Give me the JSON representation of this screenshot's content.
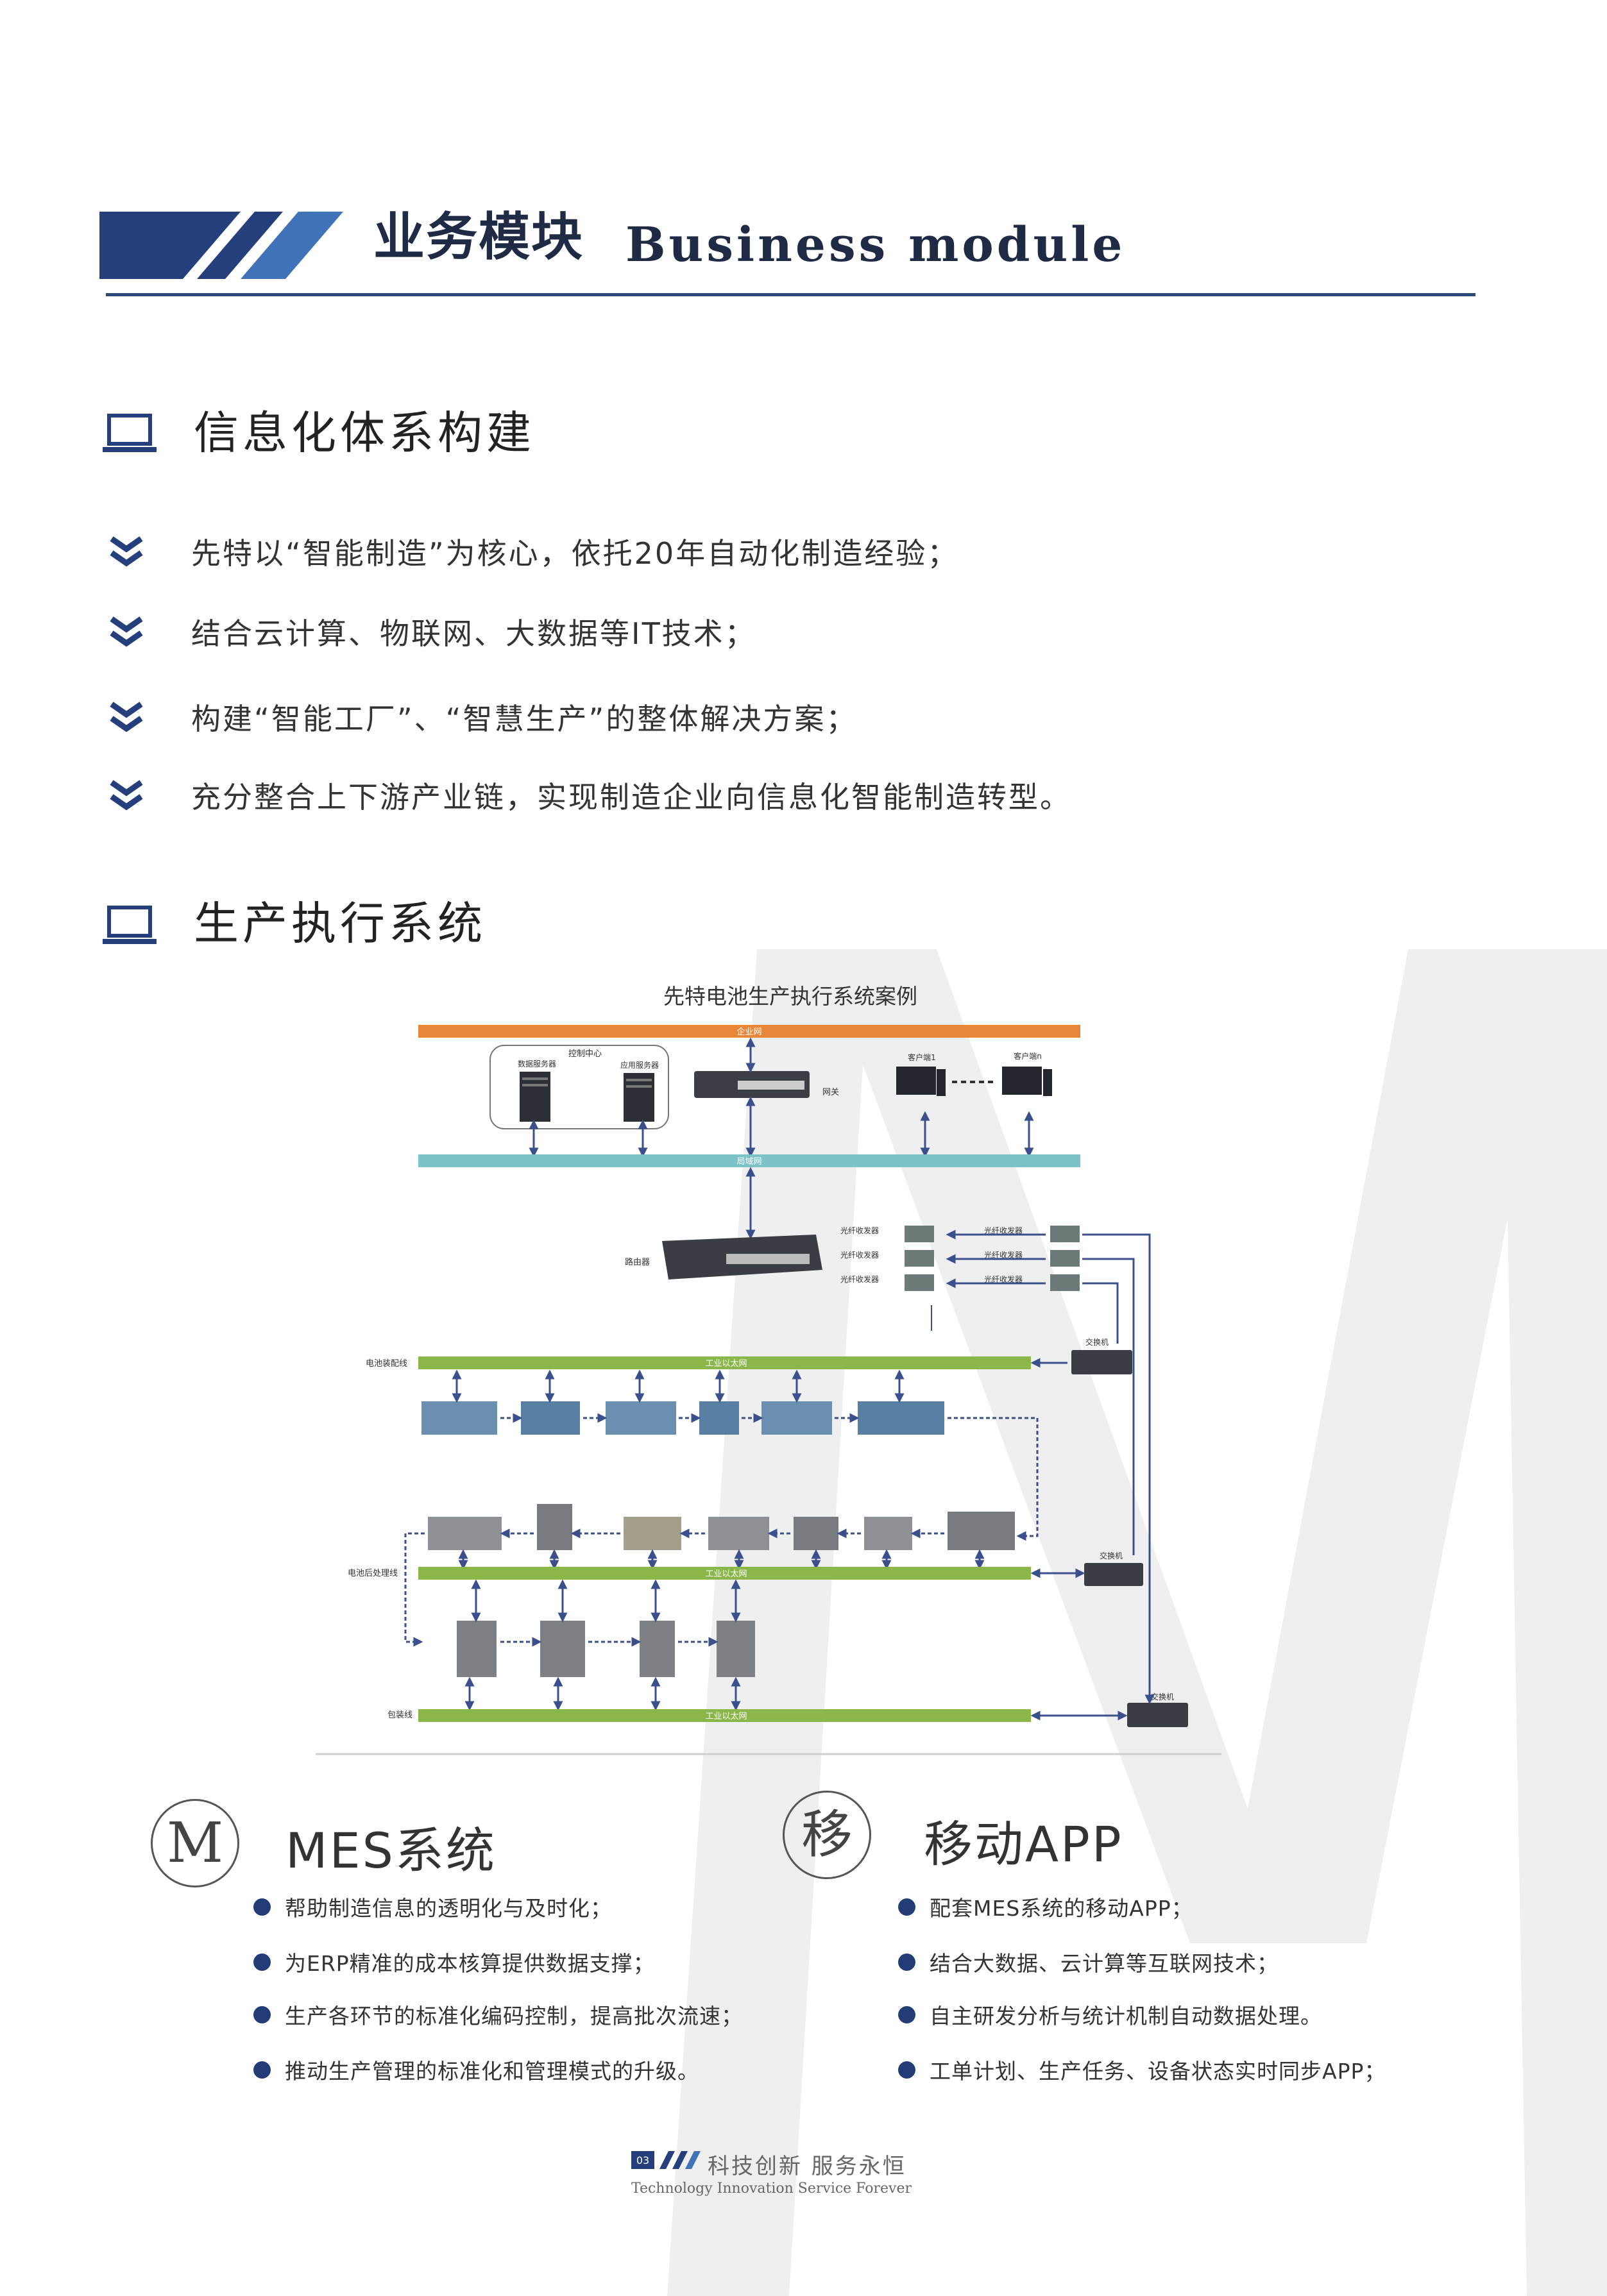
{
  "header": {
    "title_cn": "业务模块",
    "title_en": "Business module"
  },
  "sections": [
    {
      "title": "信息化体系构建"
    },
    {
      "title": "生产执行系统"
    }
  ],
  "bullets": [
    "先特以“智能制造”为核心，依托20年自动化制造经验；",
    "结合云计算、物联网、大数据等IT技术；",
    "构建“智能工厂”、“智慧生产”的整体解决方案；",
    "充分整合上下游产业链，实现制造企业向信息化智能制造转型。"
  ],
  "diagram": {
    "title": "先特电池生产执行系统案例",
    "labels": {
      "enterprise_net": "企业网",
      "control_center": "控制中心",
      "data_server": "数据服务器",
      "app_server": "应用服务器",
      "gateway": "网关",
      "client1": "客户端1",
      "client_n": "客户端n",
      "lan": "局域网",
      "router": "路由器",
      "fiber": "光纤收发器",
      "switch": "交换机",
      "assembly_line": "电池装配线",
      "post_line": "电池后处理线",
      "packing_line": "包装线",
      "industrial_ethernet": "工业以太网"
    },
    "colors": {
      "orange": "#e8873a",
      "teal": "#7cc3c8",
      "green": "#8ab64a",
      "arrow": "#3a4f8c"
    }
  },
  "modules": [
    {
      "icon_char": "M",
      "title": "MES系统",
      "items": [
        "帮助制造信息的透明化与及时化；",
        "为ERP精准的成本核算提供数据支撑；",
        "生产各环节的标准化编码控制，提高批次流速；",
        "推动生产管理的标准化和管理模式的升级。"
      ]
    },
    {
      "icon_char": "移",
      "title": "移动APP",
      "items": [
        "配套MES系统的移动APP；",
        "结合大数据、云计算等互联网技术；",
        "自主研发分析与统计机制自动数据处理。",
        "工单计划、生产任务、设备状态实时同步APP；"
      ]
    }
  ],
  "footer": {
    "page_number": "03",
    "slogan_cn": "科技创新 服务永恒",
    "slogan_en": "Technology Innovation Service Forever"
  }
}
